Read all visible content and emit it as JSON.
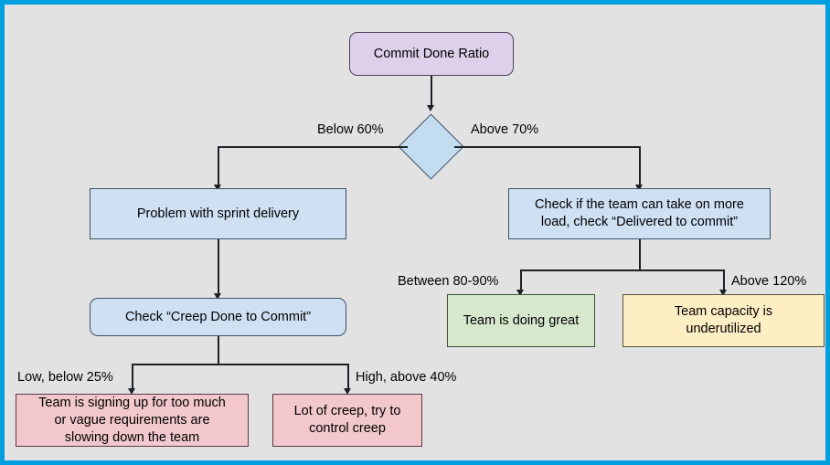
{
  "diagram": {
    "title": "Commit Done Ratio decision flowchart",
    "canvas_bg": "#e2e2e2",
    "frame_color": "#029fe0",
    "nodes": {
      "root": {
        "label": "Commit Done Ratio",
        "shape": "rounded-rect",
        "color": "#ddd0ea"
      },
      "decision": {
        "label": "",
        "shape": "diamond",
        "color": "#c4dcf0"
      },
      "problem_sprint": {
        "label": "Problem with sprint delivery",
        "shape": "rect",
        "color": "#cfe0f3"
      },
      "check_more_load": {
        "label": "Check if the team can take on more\nload, check “Delivered to commit”",
        "shape": "rect",
        "color": "#cfe0f3"
      },
      "check_creep": {
        "label": "Check “Creep Done to Commit”",
        "shape": "rounded-rect",
        "color": "#cfe0f3"
      },
      "signing_up_too_much": {
        "label": "Team is signing up for too much\nor vague requirements are\nslowing down the team",
        "shape": "rect",
        "color": "#f2c8cc"
      },
      "lot_of_creep": {
        "label": "Lot of creep, try to\ncontrol creep",
        "shape": "rect",
        "color": "#f2c8cc"
      },
      "doing_great": {
        "label": "Team is doing great",
        "shape": "rect",
        "color": "#d6e8cd"
      },
      "underutilized": {
        "label": "Team capacity is\nunderutilized",
        "shape": "rect",
        "color": "#fdeec4"
      }
    },
    "edge_labels": {
      "below_60": "Below 60%",
      "above_70": "Above 70%",
      "between_80_90": "Between 80-90%",
      "above_120": "Above 120%",
      "low_below_25": "Low, below 25%",
      "high_above_40": "High, above 40%"
    }
  }
}
